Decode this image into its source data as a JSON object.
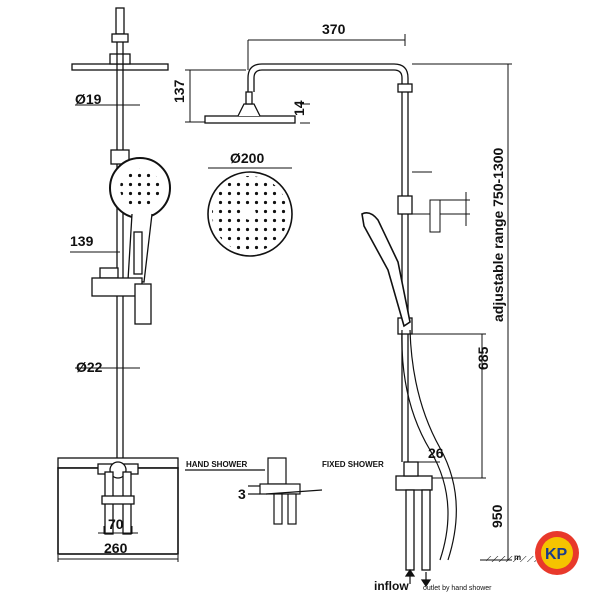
{
  "dimensions": {
    "width_370": "370",
    "height_137": "137",
    "head_thick_14": "14",
    "diam_19": "Ø19",
    "diam_200": "Ø200",
    "reach_139": "139",
    "diam_22": "Ø22",
    "height_685": "685",
    "adjustable": "adjustable range 750-1300",
    "outlet_26": "26",
    "gap_3": "3",
    "spacing_70": "70",
    "width_260": "260",
    "height_950": "950",
    "mark_m": "m"
  },
  "labels": {
    "hand_shower": "HAND SHOWER",
    "fixed_shower": "FIXED SHOWER",
    "inflow": "inflow",
    "outlet": "outlet by hand shower"
  },
  "logo": {
    "text": "KP",
    "ring_color": "#e8392b",
    "fill_color": "#f5c400",
    "text_color": "#1a3c8c"
  }
}
